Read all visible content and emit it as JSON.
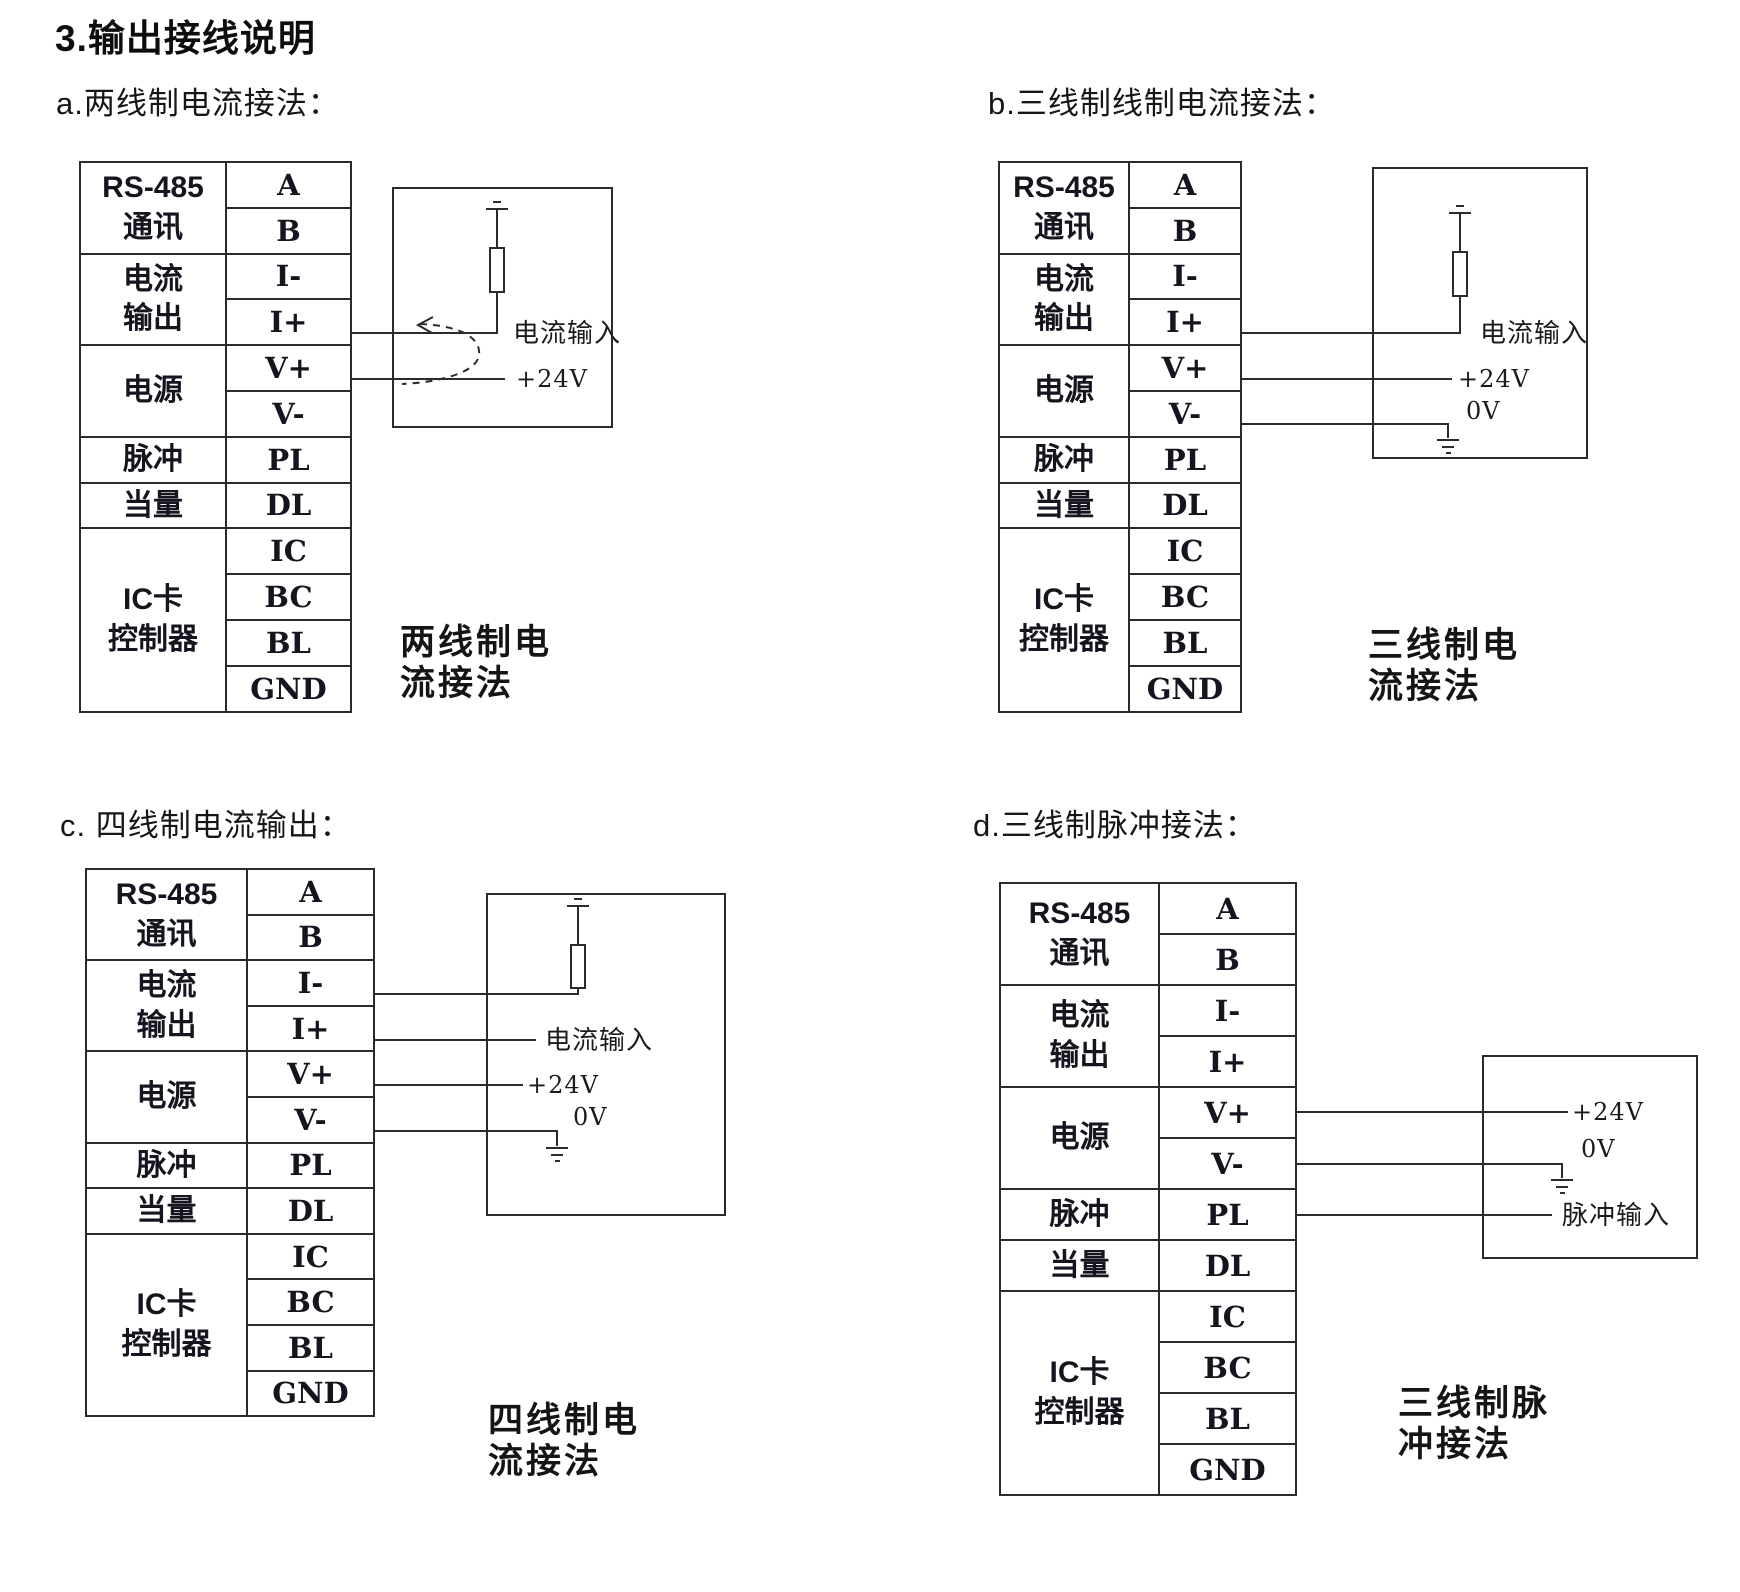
{
  "colors": {
    "background": "#ffffff",
    "line": "#2b2b2b",
    "text": "#111111"
  },
  "page": {
    "title": "3.输出接线说明"
  },
  "terminal_table": {
    "groups": [
      {
        "label": "RS-485\n通讯",
        "terminals": [
          "A",
          "B"
        ]
      },
      {
        "label": "电流\n输出",
        "terminals": [
          "I-",
          "I+"
        ]
      },
      {
        "label": "电源",
        "terminals": [
          "V+",
          "V-"
        ]
      },
      {
        "label": "脉冲",
        "terminals": [
          "PL"
        ]
      },
      {
        "label": "当量",
        "terminals": [
          "DL"
        ]
      },
      {
        "label": "IC卡\n控制器",
        "terminals": [
          "IC",
          "BC",
          "BL",
          "GND"
        ]
      }
    ]
  },
  "sections": {
    "a": {
      "heading": "a.两线制电流接法：",
      "caption": "两线制电\n流接法",
      "labels": {
        "current_input": "电流输入",
        "v24": "+24V"
      }
    },
    "b": {
      "heading": "b.三线制线制电流接法：",
      "caption": "三线制电\n流接法",
      "labels": {
        "current_input": "电流输入",
        "v24": "+24V",
        "v0": "0V"
      }
    },
    "c": {
      "heading": "c. 四线制电流输出：",
      "caption": "四线制电\n流接法",
      "labels": {
        "current_input": "电流输入",
        "v24": "+24V",
        "v0": "0V"
      }
    },
    "d": {
      "heading": "d.三线制脉冲接法：",
      "caption": "三线制脉\n冲接法",
      "labels": {
        "v24": "+24V",
        "v0": "0V",
        "pulse_input": "脉冲输入"
      }
    }
  }
}
